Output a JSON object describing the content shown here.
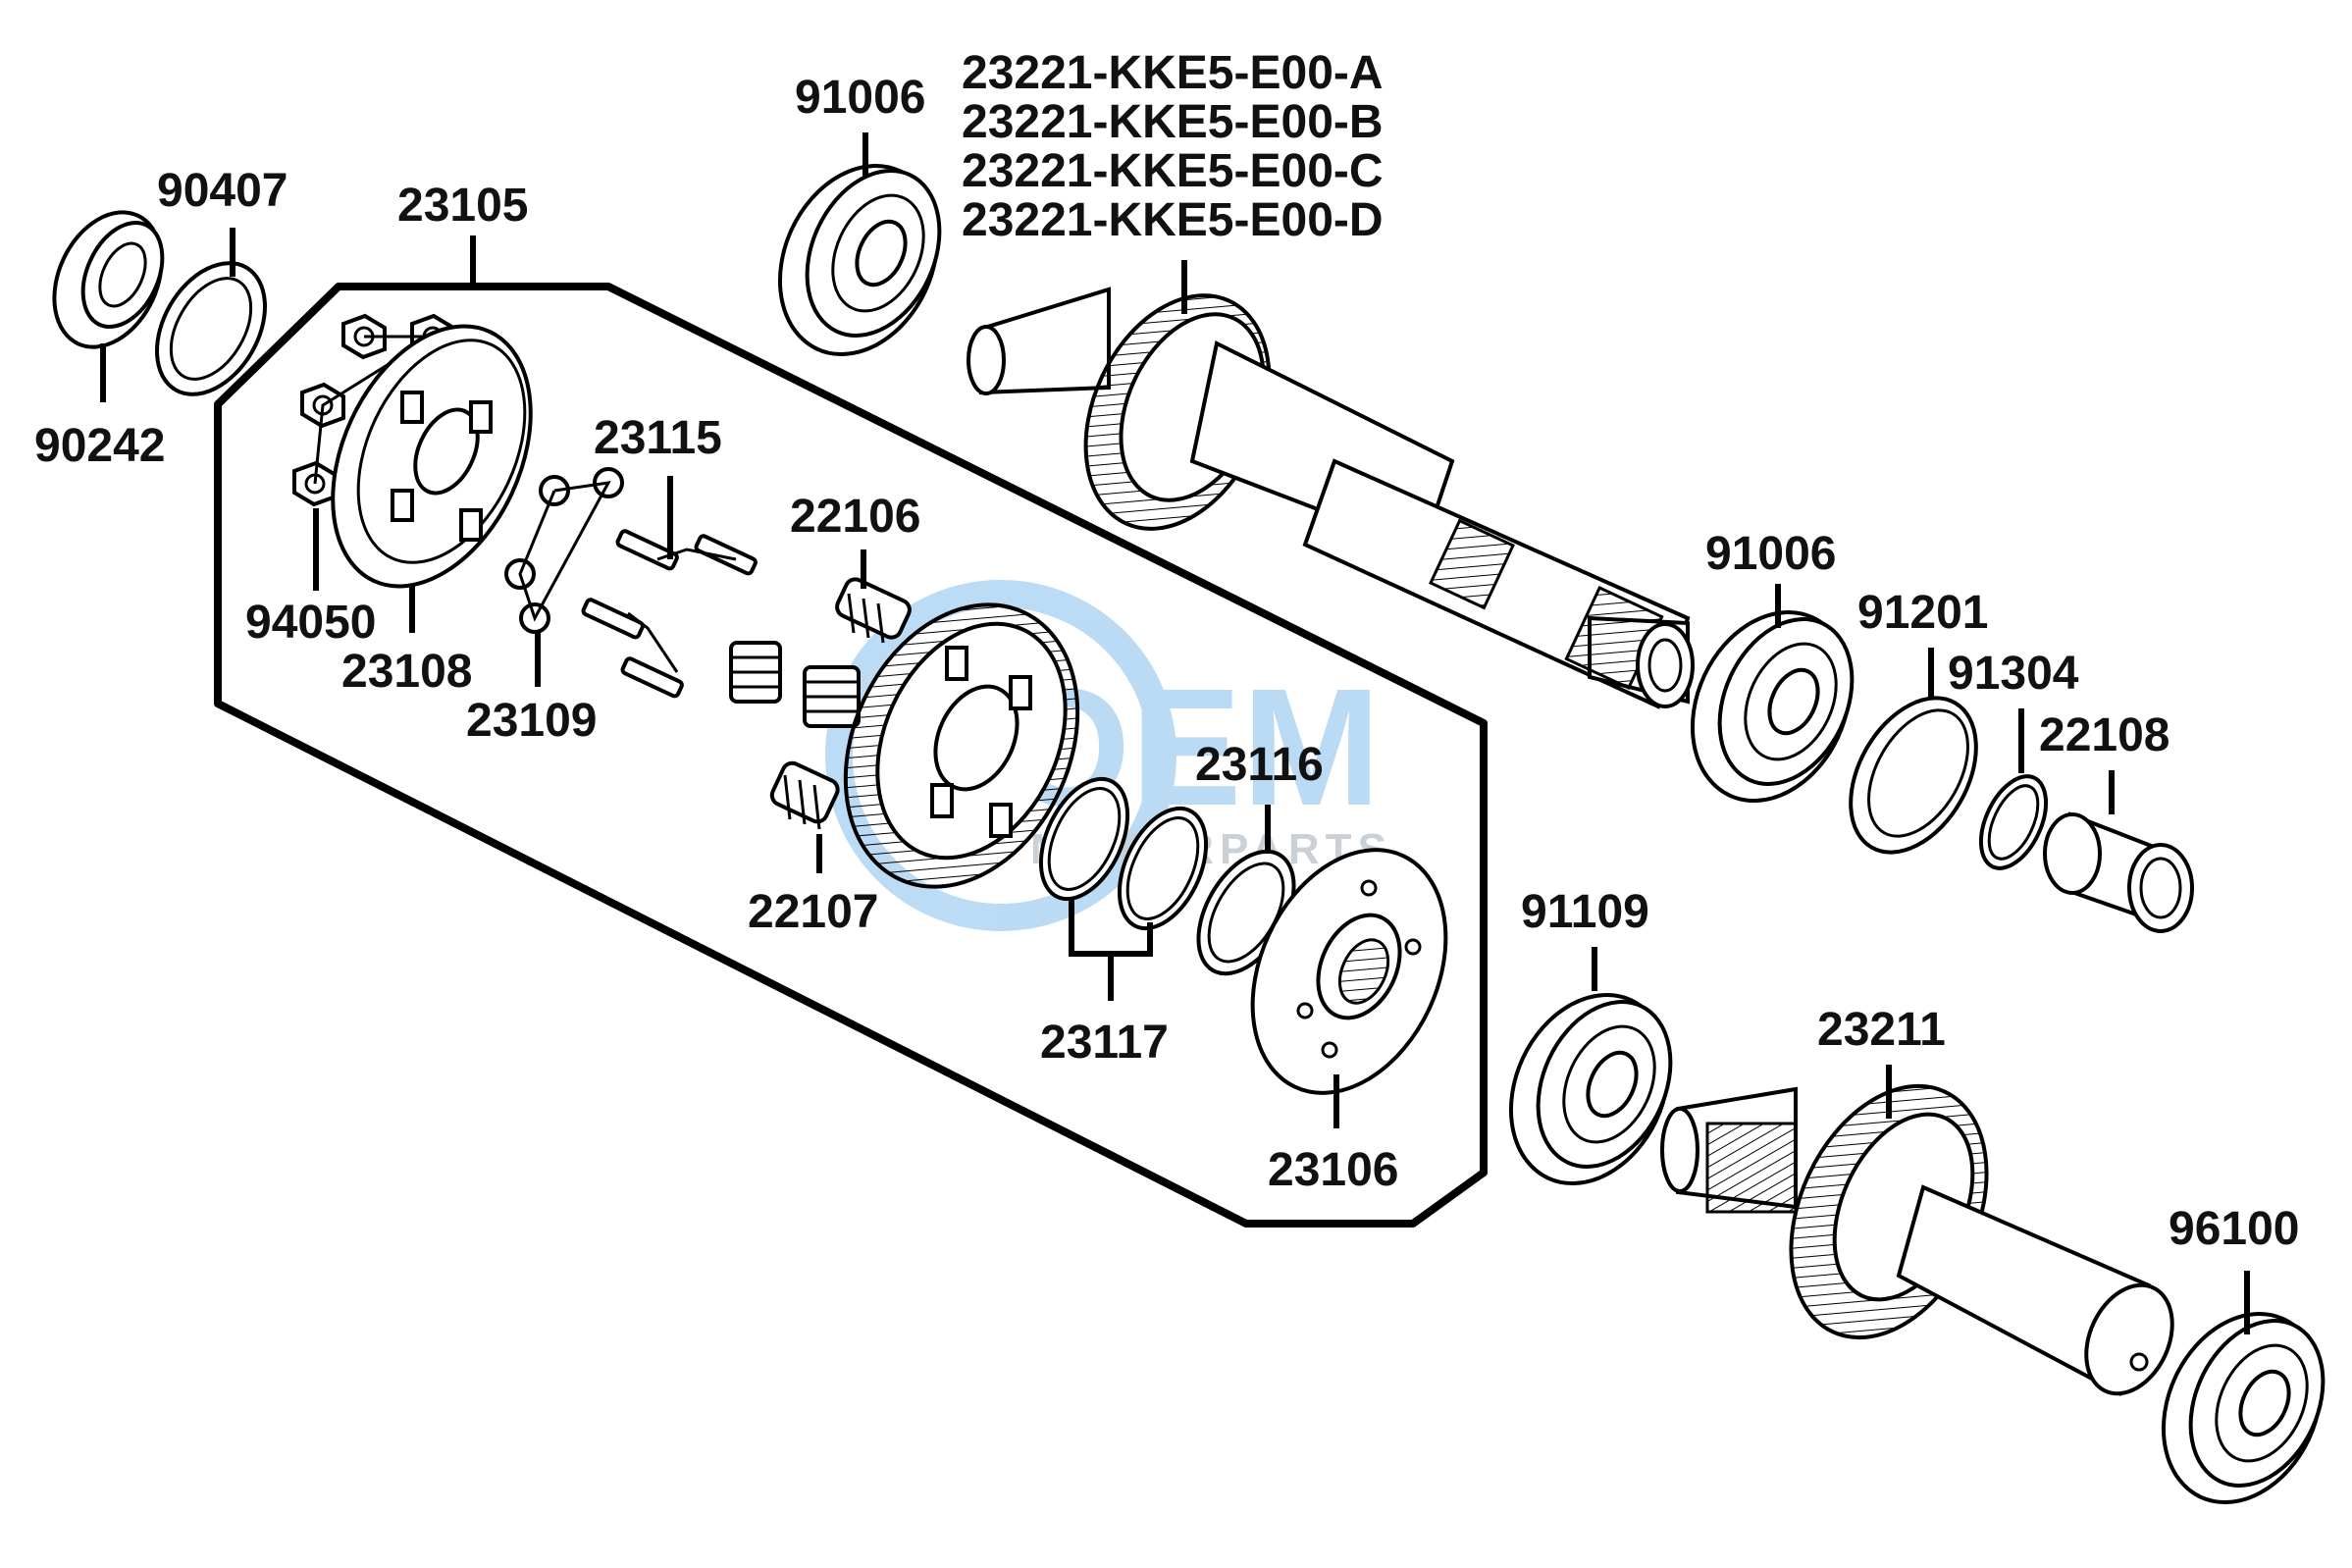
{
  "watermark": {
    "brand": "OEM",
    "sub": "MOTORPARTS",
    "color": "#6ab0e8"
  },
  "callouts": {
    "p90242": "90242",
    "p90407": "90407",
    "p23105": "23105",
    "p94050": "94050",
    "p23108": "23108",
    "p23109": "23109",
    "p23115": "23115",
    "p22106": "22106",
    "p22107": "22107",
    "p23116": "23116",
    "p23117": "23117",
    "p23106": "23106",
    "p91006_top": "91006",
    "p23221": [
      "23221-KKE5-E00-A",
      "23221-KKE5-E00-B",
      "23221-KKE5-E00-C",
      "23221-KKE5-E00-D"
    ],
    "p91006_mid": "91006",
    "p91201": "91201",
    "p91304": "91304",
    "p22108": "22108",
    "p91109": "91109",
    "p23211": "23211",
    "p96100": "96100"
  }
}
